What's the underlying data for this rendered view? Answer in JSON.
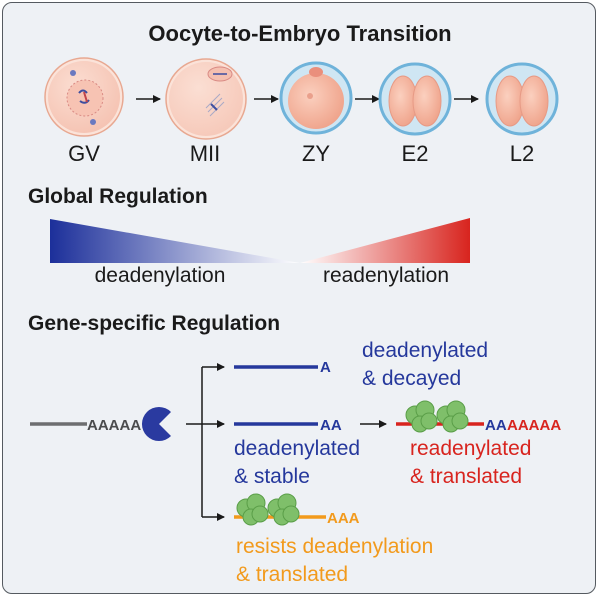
{
  "title": "Oocyte-to-Embryo Transition",
  "stages": [
    "GV",
    "MII",
    "ZY",
    "E2",
    "L2"
  ],
  "global": {
    "heading": "Global Regulation",
    "left_label": "deadenylation",
    "right_label": "readenylation",
    "gradient_colors": [
      "#1c2f9a",
      "#ffffff",
      "#d8241e"
    ]
  },
  "gene": {
    "heading": "Gene-specific Regulation",
    "start_tail": "AAAAA",
    "branch1_tail": "A",
    "branch1_label": [
      "deadenylated",
      "& decayed"
    ],
    "branch2_tail": "AA",
    "branch2_label": [
      "deadenylated",
      "& stable"
    ],
    "readenyl_tail_blue": "AA",
    "readenyl_tail_red": "AAAAA",
    "readenyl_label": [
      "readenylated",
      "& translated"
    ],
    "branch3_tail": "AAA",
    "branch3_label": [
      "resists deadenylation",
      "& translated"
    ]
  },
  "colors": {
    "blue": "#25389c",
    "red": "#d8241e",
    "orange": "#f29a1c",
    "gray": "#6d6e70",
    "ribosome": "#7fbf6a",
    "cell": "#f4b8a2",
    "zona": "#8fc4e3"
  }
}
